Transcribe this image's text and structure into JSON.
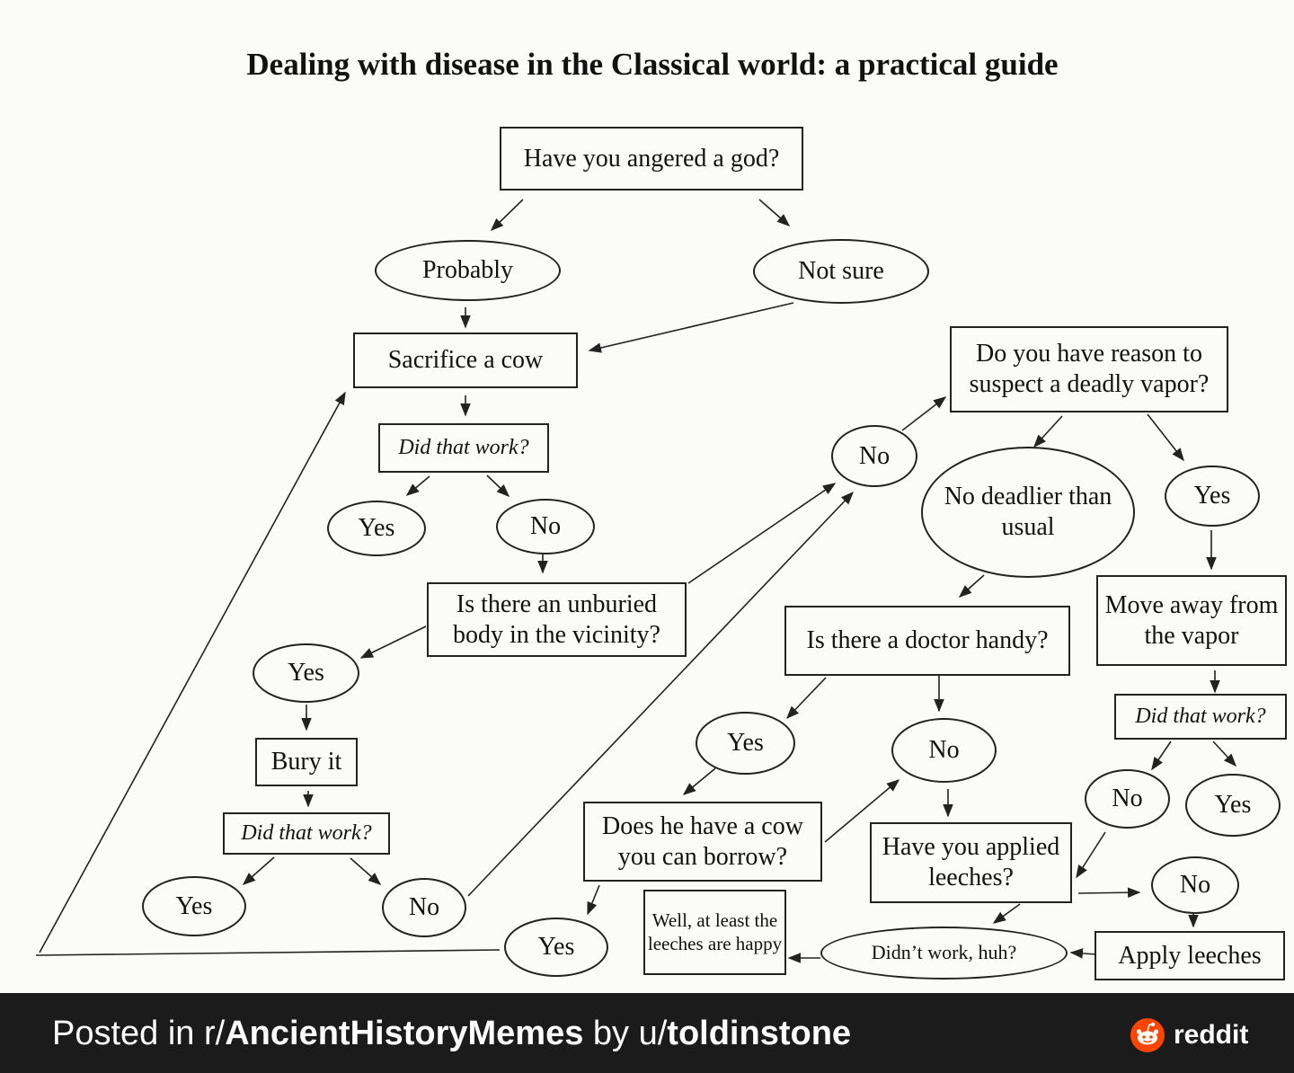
{
  "title": "Dealing with disease in the Classical world: a practical guide",
  "footer": {
    "prefix": "Posted in r/",
    "subreddit": "AncientHistoryMemes",
    "by": " by u/",
    "user": "toldinstone",
    "brand": "reddit",
    "logo_icon": "reddit-snoo-icon",
    "background": "#1b1b1b",
    "accent": "#ff4500"
  },
  "nodes": [
    {
      "id": "angered_god",
      "text": "Have you angered a god?",
      "shape": "rect",
      "style": "normal"
    },
    {
      "id": "probably",
      "text": "Probably",
      "shape": "ellipse",
      "style": "normal"
    },
    {
      "id": "not_sure",
      "text": "Not sure",
      "shape": "ellipse",
      "style": "normal"
    },
    {
      "id": "sacrifice_cow",
      "text": "Sacrifice a cow",
      "shape": "rect",
      "style": "normal"
    },
    {
      "id": "did_work_1",
      "text": "Did that work?",
      "shape": "rect",
      "style": "italic"
    },
    {
      "id": "yes_1",
      "text": "Yes",
      "shape": "ellipse",
      "style": "normal"
    },
    {
      "id": "no_1",
      "text": "No",
      "shape": "ellipse",
      "style": "normal"
    },
    {
      "id": "unburied_body",
      "text": "Is there an unburied body in the vicinity?",
      "shape": "rect",
      "style": "normal"
    },
    {
      "id": "yes_body",
      "text": "Yes",
      "shape": "ellipse",
      "style": "normal"
    },
    {
      "id": "bury_it",
      "text": "Bury it",
      "shape": "rect",
      "style": "normal"
    },
    {
      "id": "did_work_2",
      "text": "Did that work?",
      "shape": "rect",
      "style": "italic"
    },
    {
      "id": "yes_2",
      "text": "Yes",
      "shape": "ellipse",
      "style": "normal"
    },
    {
      "id": "no_2",
      "text": "No",
      "shape": "ellipse",
      "style": "normal"
    },
    {
      "id": "no_body",
      "text": "No",
      "shape": "ellipse",
      "style": "normal"
    },
    {
      "id": "deadly_vapor",
      "text": "Do you have reason to suspect a deadly vapor?",
      "shape": "rect",
      "style": "normal"
    },
    {
      "id": "no_deadlier",
      "text": "No deadlier than usual",
      "shape": "ellipse",
      "style": "normal"
    },
    {
      "id": "yes_vapor",
      "text": "Yes",
      "shape": "ellipse",
      "style": "normal"
    },
    {
      "id": "move_away",
      "text": "Move away from the vapor",
      "shape": "rect",
      "style": "normal"
    },
    {
      "id": "did_work_3",
      "text": "Did that work?",
      "shape": "rect",
      "style": "italic"
    },
    {
      "id": "no_3",
      "text": "No",
      "shape": "ellipse",
      "style": "normal"
    },
    {
      "id": "yes_3",
      "text": "Yes",
      "shape": "ellipse",
      "style": "normal"
    },
    {
      "id": "doctor_handy",
      "text": "Is there a doctor handy?",
      "shape": "rect",
      "style": "normal"
    },
    {
      "id": "yes_doctor",
      "text": "Yes",
      "shape": "ellipse",
      "style": "normal"
    },
    {
      "id": "no_doctor",
      "text": "No",
      "shape": "ellipse",
      "style": "normal"
    },
    {
      "id": "cow_borrow",
      "text": "Does he have a cow you can borrow?",
      "shape": "rect",
      "style": "normal"
    },
    {
      "id": "yes_cow",
      "text": "Yes",
      "shape": "ellipse",
      "style": "normal"
    },
    {
      "id": "leeches_happy",
      "text": "Well, at least the leeches are happy",
      "shape": "rect",
      "style": "normal"
    },
    {
      "id": "applied_leeches",
      "text": "Have you applied leeches?",
      "shape": "rect",
      "style": "normal"
    },
    {
      "id": "no_leeches",
      "text": "No",
      "shape": "ellipse",
      "style": "normal"
    },
    {
      "id": "apply_leeches",
      "text": "Apply leeches",
      "shape": "rect",
      "style": "normal"
    },
    {
      "id": "didnt_work",
      "text": "Didn’t work, huh?",
      "shape": "ellipse",
      "style": "normal"
    }
  ],
  "edges": [
    [
      "angered_god",
      "probably"
    ],
    [
      "angered_god",
      "not_sure"
    ],
    [
      "probably",
      "sacrifice_cow"
    ],
    [
      "not_sure",
      "sacrifice_cow"
    ],
    [
      "sacrifice_cow",
      "did_work_1"
    ],
    [
      "did_work_1",
      "yes_1"
    ],
    [
      "did_work_1",
      "no_1"
    ],
    [
      "no_1",
      "unburied_body"
    ],
    [
      "unburied_body",
      "yes_body"
    ],
    [
      "unburied_body",
      "no_body"
    ],
    [
      "yes_body",
      "bury_it"
    ],
    [
      "bury_it",
      "did_work_2"
    ],
    [
      "did_work_2",
      "yes_2"
    ],
    [
      "did_work_2",
      "no_2"
    ],
    [
      "no_2",
      "no_body"
    ],
    [
      "no_body",
      "deadly_vapor"
    ],
    [
      "deadly_vapor",
      "no_deadlier"
    ],
    [
      "deadly_vapor",
      "yes_vapor"
    ],
    [
      "yes_vapor",
      "move_away"
    ],
    [
      "move_away",
      "did_work_3"
    ],
    [
      "did_work_3",
      "no_3"
    ],
    [
      "did_work_3",
      "yes_3"
    ],
    [
      "no_deadlier",
      "doctor_handy"
    ],
    [
      "doctor_handy",
      "yes_doctor"
    ],
    [
      "doctor_handy",
      "no_doctor"
    ],
    [
      "yes_doctor",
      "cow_borrow"
    ],
    [
      "cow_borrow",
      "no_doctor"
    ],
    [
      "cow_borrow",
      "yes_cow"
    ],
    [
      "no_doctor",
      "applied_leeches"
    ],
    [
      "no_3",
      "applied_leeches"
    ],
    [
      "applied_leeches",
      "no_leeches"
    ],
    [
      "applied_leeches",
      "didnt_work"
    ],
    [
      "no_leeches",
      "apply_leeches"
    ],
    [
      "apply_leeches",
      "didnt_work"
    ],
    [
      "didnt_work",
      "leeches_happy"
    ],
    [
      "yes_cow",
      "sacrifice_cow"
    ]
  ]
}
